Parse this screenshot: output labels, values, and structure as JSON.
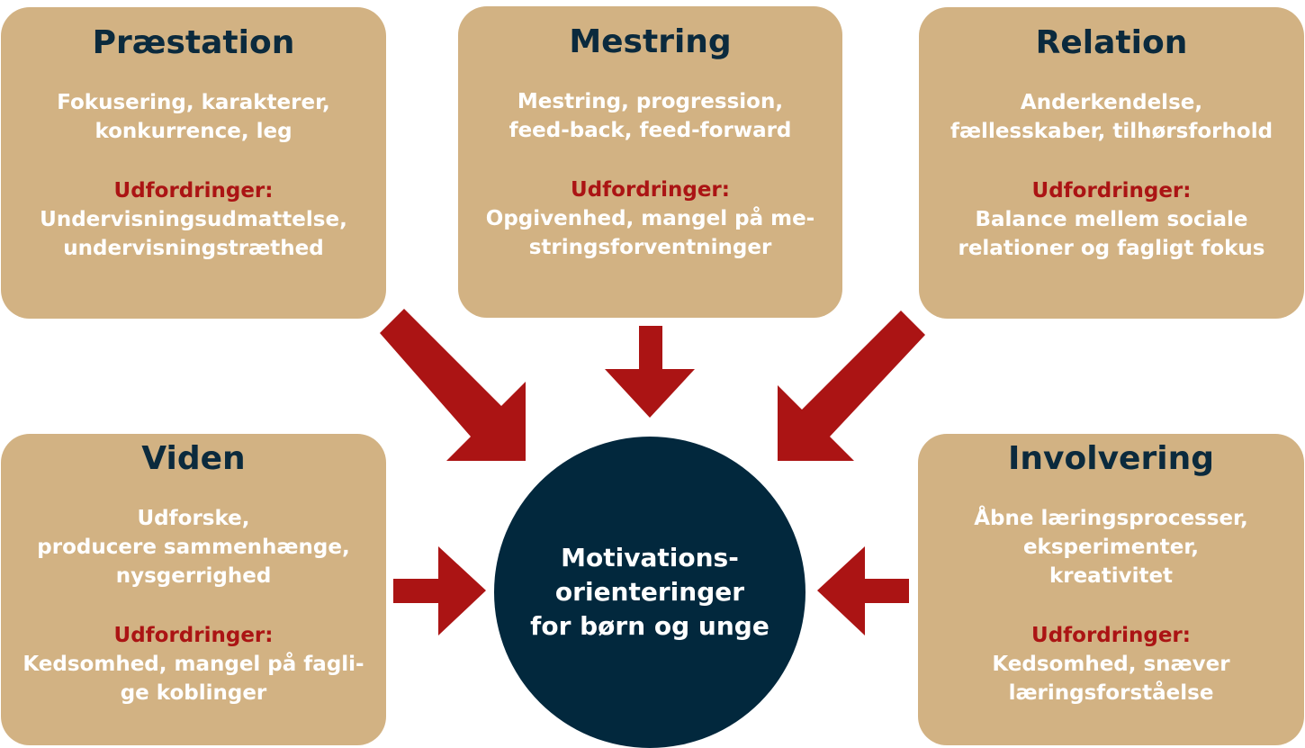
{
  "colors": {
    "box_background": "#d2b283",
    "title_color": "#0b2a3d",
    "accent": "#ab1414",
    "circle_background": "#02283d",
    "text_light": "#ffffff"
  },
  "center": {
    "lines": [
      "Motivations-",
      "orienteringer",
      "for børn og unge"
    ]
  },
  "boxes": {
    "praestation": {
      "title": "Præstation",
      "description": [
        "Fokusering, karakterer,",
        "konkurrence, leg"
      ],
      "challenge_label": "Udfordringer:",
      "challenges": [
        "Undervisningsudmattelse,",
        "undervisningstræthed"
      ]
    },
    "mestring": {
      "title": "Mestring",
      "description": [
        "Mestring, progression,",
        "feed-back, feed-forward"
      ],
      "challenge_label": "Udfordringer:",
      "challenges": [
        "Opgivenhed, mangel på me-",
        "stringsforventninger"
      ]
    },
    "relation": {
      "title": "Relation",
      "description": [
        "Anderkendelse,",
        "fællesskaber, tilhørsforhold"
      ],
      "challenge_label": "Udfordringer:",
      "challenges": [
        "Balance mellem sociale",
        "relationer og fagligt fokus"
      ]
    },
    "viden": {
      "title": "Viden",
      "description": [
        "Udforske,",
        "producere sammenhænge,",
        "nysgerrighed"
      ],
      "challenge_label": "Udfordringer:",
      "challenges": [
        "Kedsomhed, mangel på fagli-",
        "ge koblinger"
      ]
    },
    "involvering": {
      "title": "Involvering",
      "description": [
        "Åbne læringsprocesser,",
        "eksperimenter,",
        "kreativitet"
      ],
      "challenge_label": "Udfordringer:",
      "challenges": [
        "Kedsomhed, snæver",
        "læringsforståelse"
      ]
    }
  }
}
